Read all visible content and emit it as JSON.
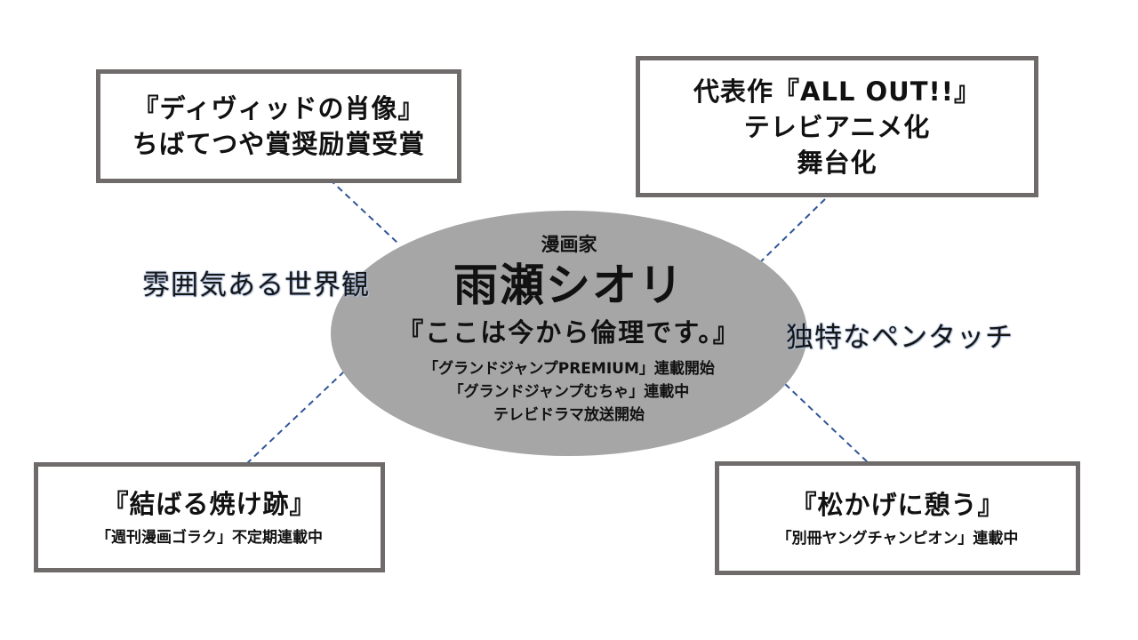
{
  "center": {
    "role": "漫画家",
    "name": "雨瀬シオリ",
    "work": "『ここは今から倫理です。』",
    "details": [
      "「グランドジャンプPREMIUM」連載開始",
      "「グランドジャンプむちゃ」連載中",
      "テレビドラマ放送開始"
    ],
    "fill_color": "#a6a6a6"
  },
  "boxes": {
    "top_left": {
      "lines": [
        "『ディヴィッドの肖像』",
        "ちばてつや賞奨励賞受賞"
      ]
    },
    "top_right": {
      "lines": [
        "代表作『ALL OUT!!』",
        "テレビアニメ化",
        "舞台化"
      ]
    },
    "bottom_left": {
      "title": "『結ばる焼け跡』",
      "subtitle": "「週刊漫画ゴラク」不定期連載中"
    },
    "bottom_right": {
      "title": "『松かげに憩う』",
      "subtitle": "「別冊ヤングチャンピオン」連載中"
    },
    "border_color": "#6f6b6b"
  },
  "side_labels": {
    "left": "雰囲気ある世界観",
    "right": "独特なペンタッチ"
  },
  "connector": {
    "style": "dashed",
    "color": "#2f5597"
  }
}
